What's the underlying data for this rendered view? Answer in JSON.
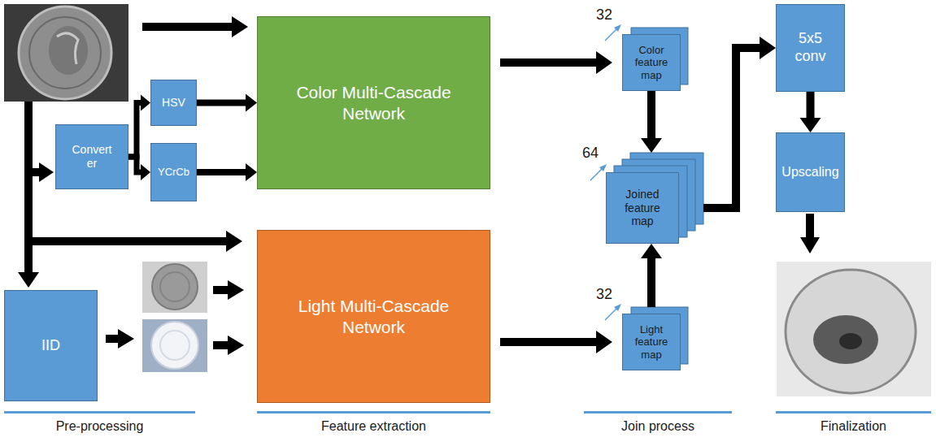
{
  "diagram": {
    "nodes": [
      {
        "text": [
          "Color Multi-Cascade Network"
        ]
      },
      {
        "text": [
          "HSV"
        ]
      },
      {
        "text": [
          "Convert er"
        ]
      },
      {
        "text": [
          "YCrCb"
        ]
      },
      {
        "text": [
          "Light Multi-Cascade Network"
        ]
      },
      {
        "text": [
          "IID"
        ]
      },
      {
        "text": [
          "Color feature map"
        ]
      },
      {
        "text": [
          "Joined feature map"
        ]
      },
      {
        "text": [
          "Light feature map"
        ]
      },
      {
        "text": [
          "5x5 conv"
        ]
      },
      {
        "text": [
          "Upscaling"
        ]
      }
    ],
    "edges": [
      {
        "from": 2,
        "to": 1,
        "arrow": "to"
      },
      {
        "from": 2,
        "to": 3,
        "arrow": "to"
      },
      {
        "from": 1,
        "to": 0,
        "arrow": "to"
      },
      {
        "from": 3,
        "to": 0,
        "arrow": "to"
      },
      {
        "from": 0,
        "to": 6,
        "arrow": "to"
      },
      {
        "from": 4,
        "to": 8,
        "arrow": "to"
      },
      {
        "from": 6,
        "to": 7,
        "arrow": "to"
      },
      {
        "from": 8,
        "to": 7,
        "arrow": "to"
      },
      {
        "from": 7,
        "to": 9,
        "arrow": "to"
      },
      {
        "from": 9,
        "to": 10,
        "arrow": "to"
      }
    ],
    "labels": [
      "32",
      "64",
      "32",
      "Pre-processing",
      "Feature extraction",
      "Join process",
      "Finalization"
    ]
  }
}
